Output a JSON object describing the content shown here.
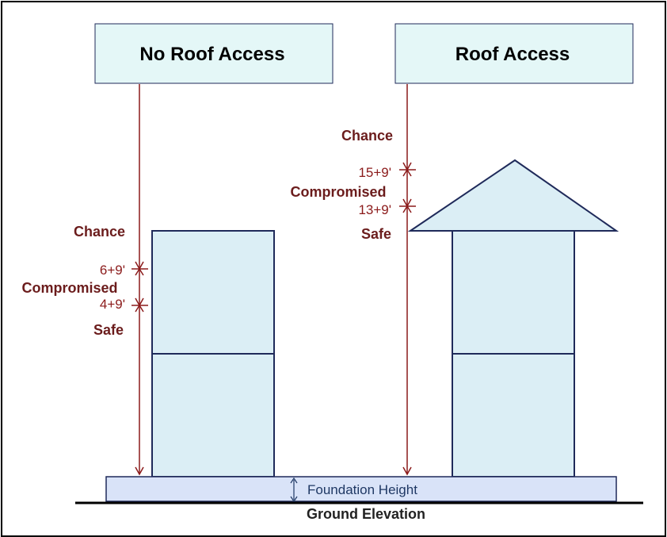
{
  "colors": {
    "box_fill": "#dbeef5",
    "header_fill": "#e4f7f7",
    "outline": "#1f2a5a",
    "dimension": "#8b1a1a",
    "label": "#6b1c1c"
  },
  "left": {
    "title": "No Roof Access",
    "chance": "Chance",
    "upper_dim": "6+9'",
    "compromised": "Compromised",
    "lower_dim": "4+9'",
    "safe": "Safe"
  },
  "right": {
    "title": "Roof Access",
    "chance": "Chance",
    "upper_dim": "15+9'",
    "compromised": "Compromised",
    "lower_dim": "13+9'",
    "safe": "Safe"
  },
  "foundation_label": "Foundation Height",
  "ground_label": "Ground Elevation"
}
